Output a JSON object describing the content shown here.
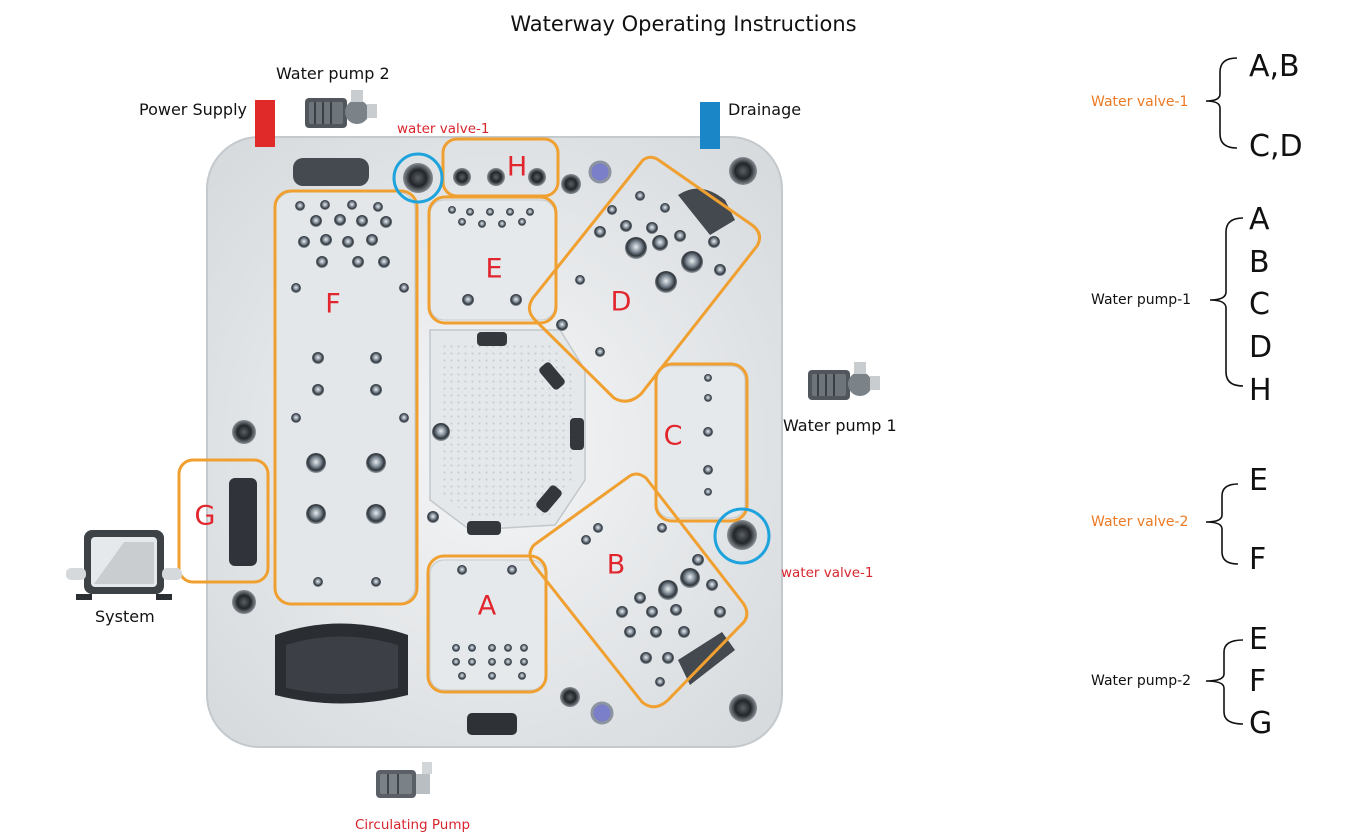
{
  "title": "Waterway Operating Instructions",
  "labels": {
    "water_pump_2": "Water pump 2",
    "power_supply": "Power Supply",
    "drainage": "Drainage",
    "water_valve_top": "water valve-1",
    "water_pump_1": "Water pump 1",
    "water_valve_right": "water valve-1",
    "system": "System",
    "circulating_pump": "Circulating Pump"
  },
  "zones": {
    "a": "A",
    "b": "B",
    "c": "C",
    "d": "D",
    "e": "E",
    "f": "F",
    "g": "G",
    "h": "H"
  },
  "legend": {
    "group1": {
      "title": "Water valve-1",
      "items": [
        "A,B",
        "C,D"
      ]
    },
    "group2": {
      "title": "Water pump-1",
      "items": [
        "A",
        "B",
        "C",
        "D",
        "H"
      ]
    },
    "group3": {
      "title": "Water valve-2",
      "items": [
        "E",
        "F"
      ]
    },
    "group4": {
      "title": "Water pump-2",
      "items": [
        "E",
        "F",
        "G"
      ]
    }
  },
  "colors": {
    "zone_outline": "#f0a030",
    "valve_circle": "#1fa3dc",
    "power_supply": "#e02a2a",
    "drainage": "#1a86c8",
    "legend_orange": "#ec7a24",
    "zone_letter": "#e2262e"
  }
}
